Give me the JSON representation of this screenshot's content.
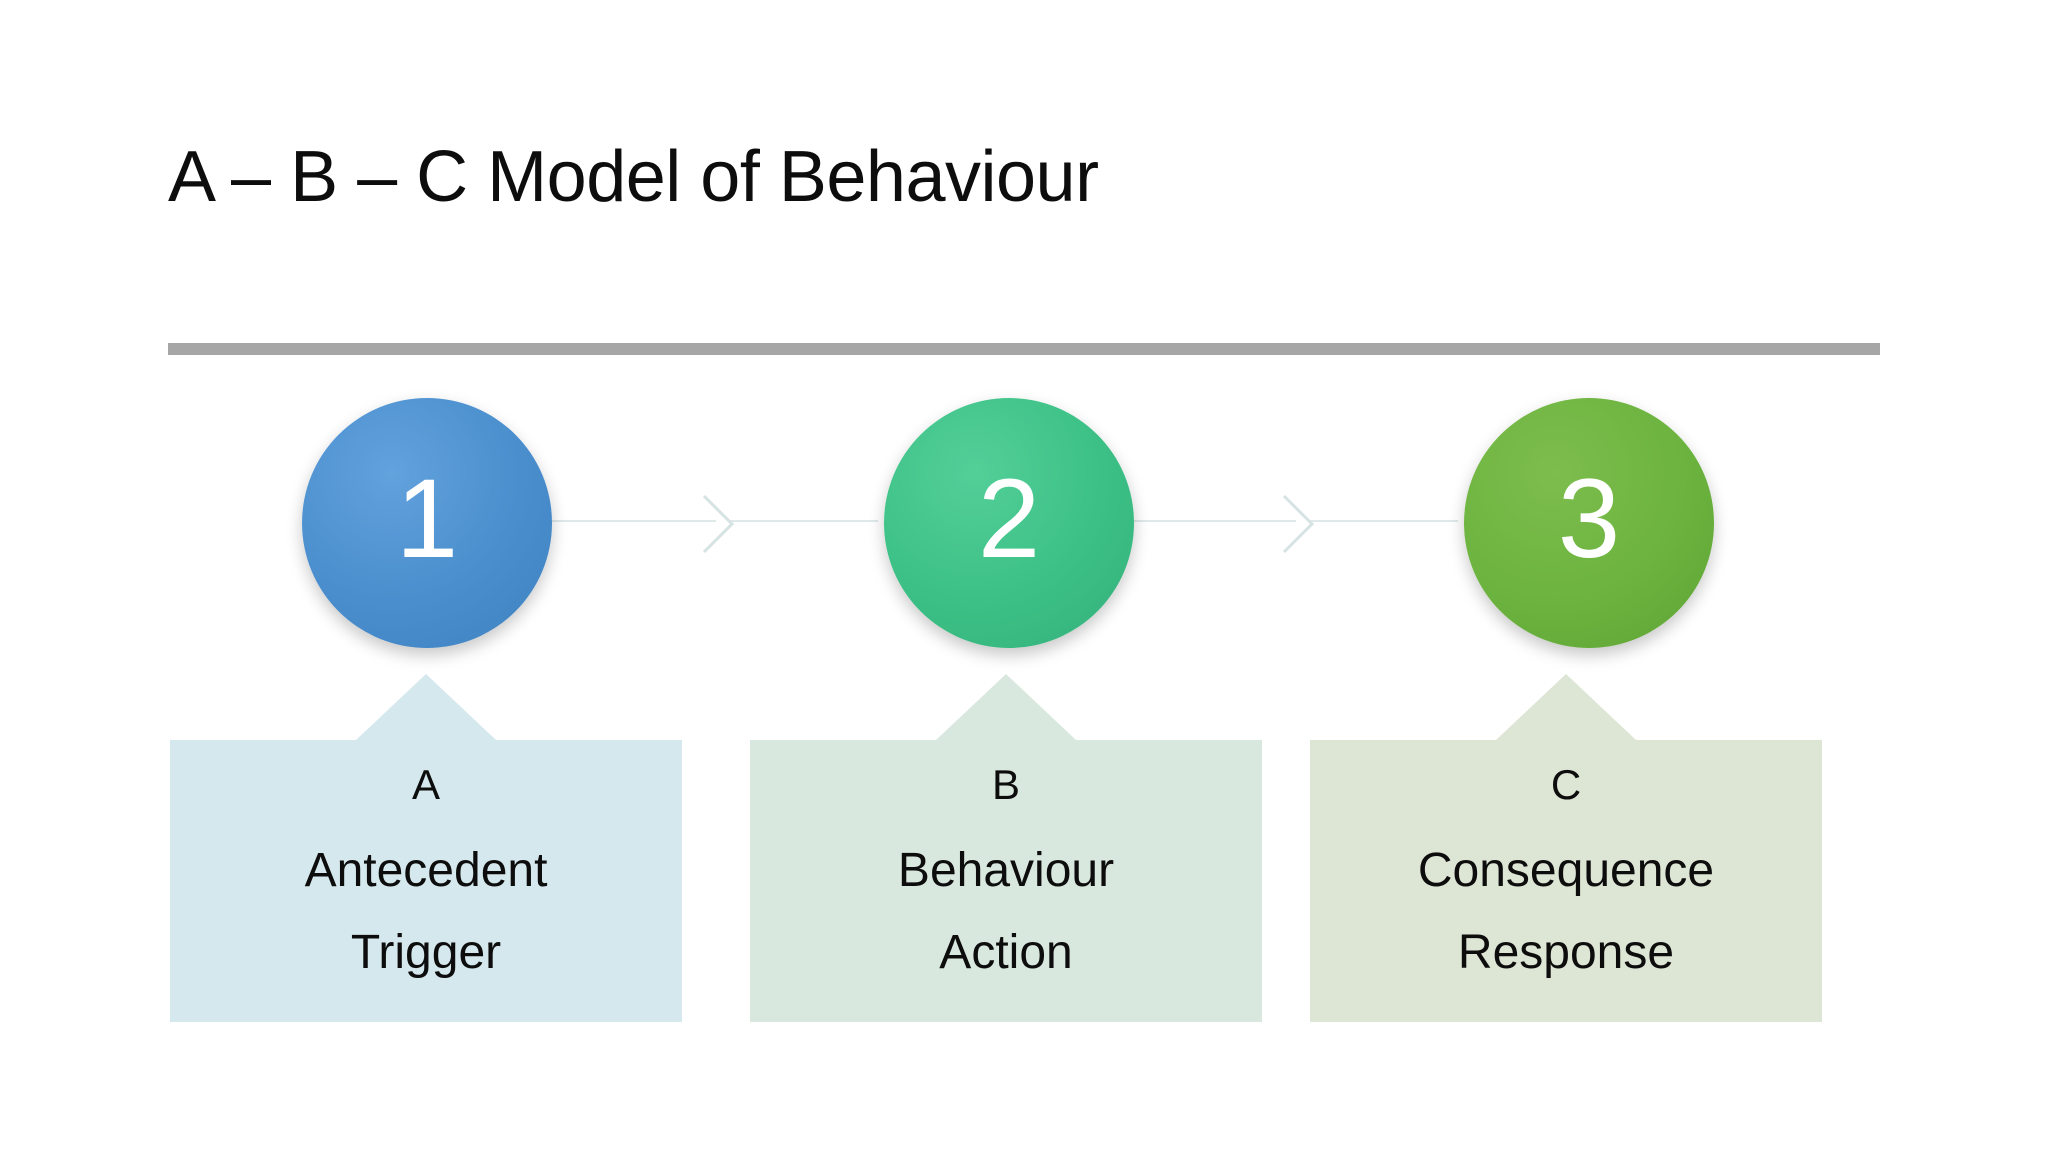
{
  "slide": {
    "title": "A – B – C Model of Behaviour",
    "background_color": "#FFFFFF",
    "divider_color": "#A6A6A6"
  },
  "diagram": {
    "type": "three-step-process",
    "connector_color": "#DFE9EA",
    "steps": [
      {
        "number": "1",
        "circle_color": "#4A8ECD",
        "box_color": "#D5E8ED",
        "letter": "A",
        "name": "Antecedent",
        "alt": "Trigger"
      },
      {
        "number": "2",
        "circle_color": "#3CC086",
        "box_color": "#D9E8DE",
        "letter": "B",
        "name": "Behaviour",
        "alt": "Action"
      },
      {
        "number": "3",
        "circle_color": "#6CB33F",
        "box_color": "#DDE5D4",
        "letter": "C",
        "name": "Consequence",
        "alt": "Response"
      }
    ]
  }
}
